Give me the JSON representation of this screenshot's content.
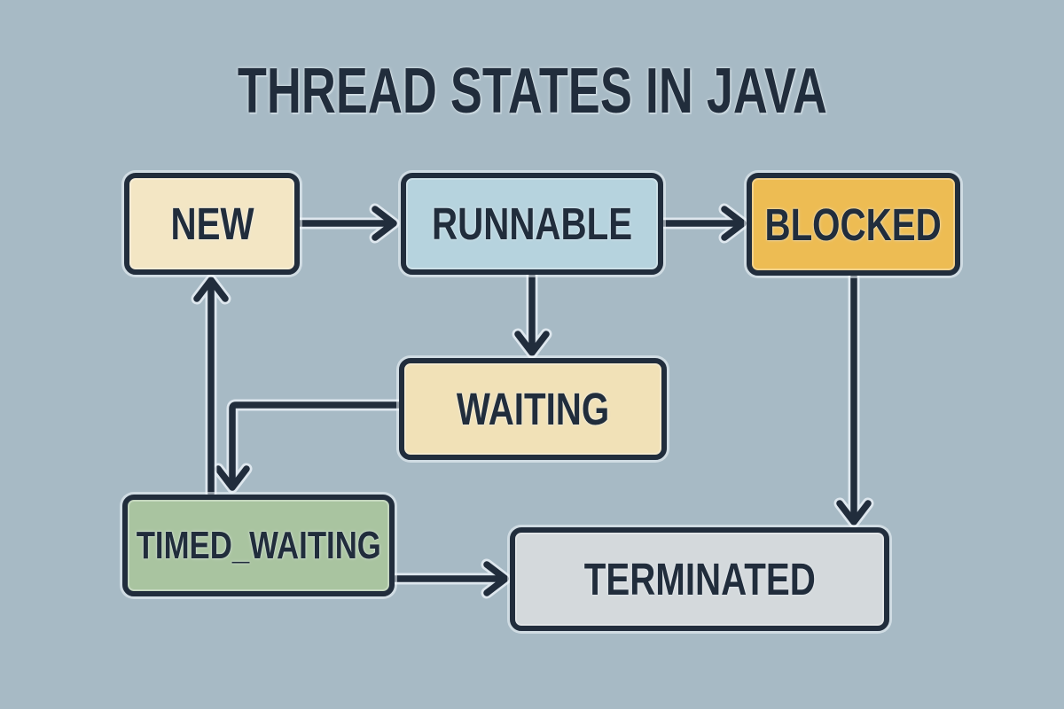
{
  "title": "THREAD STATES IN JAVA",
  "colors": {
    "background": "#a7bac5",
    "ink": "#212d3c",
    "halo": "#e7eff4"
  },
  "states": [
    {
      "id": "new",
      "label": "NEW",
      "fill": "#f3e6c4"
    },
    {
      "id": "runnable",
      "label": "RUNNABLE",
      "fill": "#b6d3de"
    },
    {
      "id": "blocked",
      "label": "BLOCKED",
      "fill": "#edbc53"
    },
    {
      "id": "waiting",
      "label": "WAITING",
      "fill": "#f1e1b7"
    },
    {
      "id": "timed-waiting",
      "label": "TIMED_WAITING",
      "fill": "#a9c4a0"
    },
    {
      "id": "terminated",
      "label": "TERMINATED",
      "fill": "#d4d9dc"
    }
  ],
  "transitions": [
    {
      "from": "NEW",
      "to": "RUNNABLE"
    },
    {
      "from": "RUNNABLE",
      "to": "BLOCKED"
    },
    {
      "from": "RUNNABLE",
      "to": "WAITING"
    },
    {
      "from": "WAITING",
      "to": "TIMED_WAITING"
    },
    {
      "from": "TIMED_WAITING",
      "to": "NEW"
    },
    {
      "from": "TIMED_WAITING",
      "to": "TERMINATED"
    },
    {
      "from": "BLOCKED",
      "to": "TERMINATED"
    }
  ]
}
